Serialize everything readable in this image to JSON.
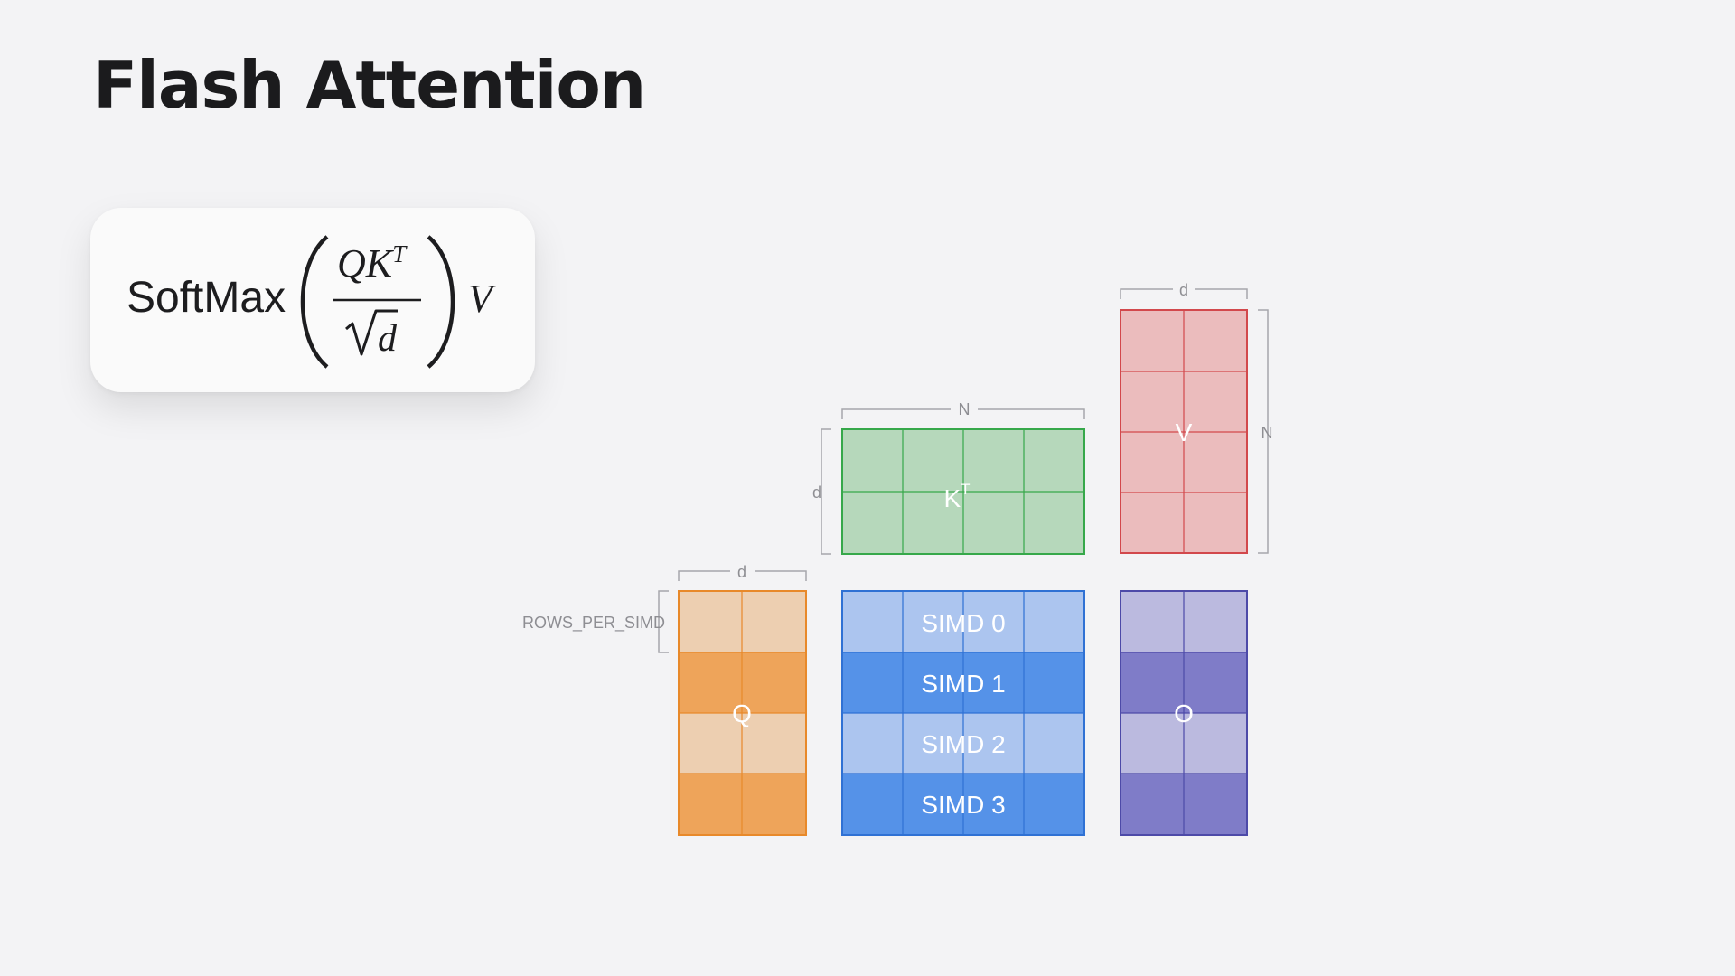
{
  "slide": {
    "title": "Flash Attention"
  },
  "formula": {
    "function_name": "SoftMax",
    "numerator_base": "QK",
    "numerator_exponent": "T",
    "denominator_var": "d",
    "trailing_var": "V"
  },
  "matrices": {
    "q": {
      "label": "Q",
      "dim_top": "d",
      "dim_side": "ROWS_PER_SIMD",
      "color": "#eea45a",
      "light": "#edcfb1",
      "stroke": "#e8892a"
    },
    "kt": {
      "label": "K",
      "label_sup": "T",
      "dim_top": "N",
      "dim_side": "d",
      "color": "#b6d8bb",
      "stroke": "#36a84a"
    },
    "v": {
      "label": "V",
      "dim_top": "d",
      "dim_side": "N",
      "color": "#ebbcbd",
      "stroke": "#d2484c"
    },
    "simd": {
      "color_light": "#acc5ef",
      "color_dark": "#5592e8",
      "stroke": "#2f71d4",
      "rows": [
        {
          "label": "SIMD 0"
        },
        {
          "label": "SIMD 1"
        },
        {
          "label": "SIMD 2"
        },
        {
          "label": "SIMD 3"
        }
      ]
    },
    "o": {
      "label": "O",
      "color_light": "#bbbadf",
      "color_dark": "#7f7cc8",
      "stroke": "#4d4aa8"
    }
  }
}
